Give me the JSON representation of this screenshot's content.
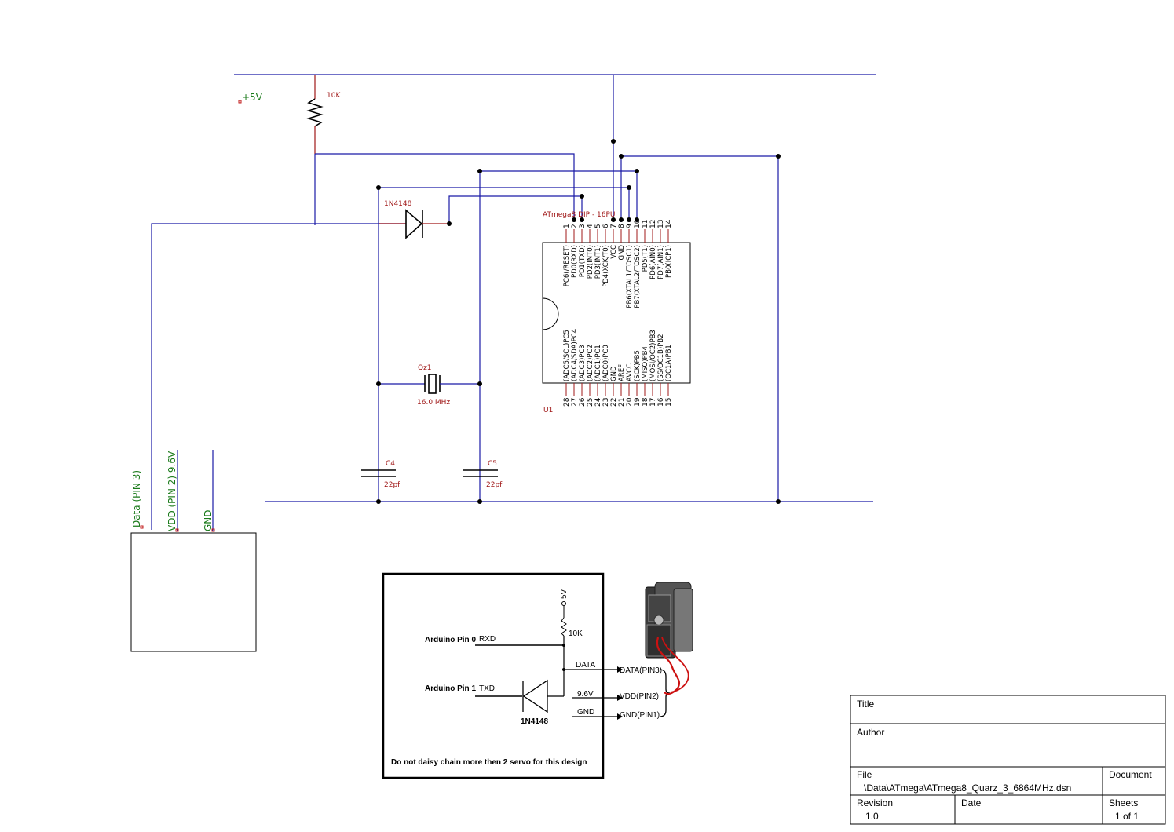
{
  "power": {
    "vcc_label": "+5V"
  },
  "resistor": {
    "value": "10K"
  },
  "diode": {
    "name": "1N4148"
  },
  "crystal": {
    "name": "Qz1",
    "frequency": "16.0 MHz"
  },
  "capacitors": [
    {
      "name": "C4",
      "value": "22pf"
    },
    {
      "name": "C5",
      "value": "22pf"
    }
  ],
  "mcu": {
    "part_name": "ATmega8 DIP - 16PU",
    "designator": "U1",
    "top_pins": [
      {
        "num": "1",
        "name": "PC6(/RESET)"
      },
      {
        "num": "2",
        "name": "PD0(RXD)"
      },
      {
        "num": "3",
        "name": "PD1(TXD)"
      },
      {
        "num": "4",
        "name": "PD2(INT0)"
      },
      {
        "num": "5",
        "name": "PD3(INT1)"
      },
      {
        "num": "6",
        "name": "PD4(XCK/T0)"
      },
      {
        "num": "7",
        "name": "VCC"
      },
      {
        "num": "8",
        "name": "GND"
      },
      {
        "num": "9",
        "name": "PB6(XTAL1/TOSC1)"
      },
      {
        "num": "10",
        "name": "PB7(XTAL2/TOSC2)"
      },
      {
        "num": "11",
        "name": "PD5(T1)"
      },
      {
        "num": "12",
        "name": "PD6(AIN0)"
      },
      {
        "num": "13",
        "name": "PD7(AIN1)"
      },
      {
        "num": "14",
        "name": "PB0(ICP1)"
      }
    ],
    "bottom_pins": [
      {
        "num": "28",
        "name": "(ADC5/SCL)PC5"
      },
      {
        "num": "27",
        "name": "(ADC4/SDA)PC4"
      },
      {
        "num": "26",
        "name": "(ADC3)PC3"
      },
      {
        "num": "25",
        "name": "(ADC2)PC2"
      },
      {
        "num": "24",
        "name": "(ADC1)PC1"
      },
      {
        "num": "23",
        "name": "(ADC0)PC0"
      },
      {
        "num": "22",
        "name": "GND"
      },
      {
        "num": "21",
        "name": "AREF"
      },
      {
        "num": "20",
        "name": "AVCC"
      },
      {
        "num": "19",
        "name": "(SCK)PB5"
      },
      {
        "num": "18",
        "name": "(MISO)PB4"
      },
      {
        "num": "17",
        "name": "(MOSI/OC2)PB3"
      },
      {
        "num": "16",
        "name": "(SS/OC1B)PB2"
      },
      {
        "num": "15",
        "name": "(OC1A)PB1"
      }
    ]
  },
  "connector": {
    "pins": [
      {
        "label": "Data (PIN 3)"
      },
      {
        "label": "VDD (PIN 2) 9.6V"
      },
      {
        "label": "GND"
      }
    ]
  },
  "inset": {
    "supply": "5V",
    "resistor": "10K",
    "arduino_pin0": "Arduino Pin 0",
    "rxd": "RXD",
    "arduino_pin1": "Arduino Pin 1",
    "txd": "TXD",
    "diode": "1N4148",
    "data_net": "DATA",
    "vdd_net": "9.6V",
    "gnd_net": "GND",
    "servo_data": "DATA(PIN3)",
    "servo_vdd": "VDD(PIN2)",
    "servo_gnd": "GND(PIN1)",
    "note": "Do not daisy chain more then 2 servo for this design"
  },
  "title_block": {
    "title_label": "Title",
    "title_value": "",
    "author_label": "Author",
    "author_value": "",
    "file_label": "File",
    "file_value": "\\Data\\ATmega\\ATmega8_Quarz_3_6864MHz.dsn",
    "document_label": "Document",
    "document_value": "",
    "revision_label": "Revision",
    "revision_value": "1.0",
    "date_label": "Date",
    "date_value": "",
    "sheets_label": "Sheets",
    "sheets_value": "1 of 1"
  }
}
